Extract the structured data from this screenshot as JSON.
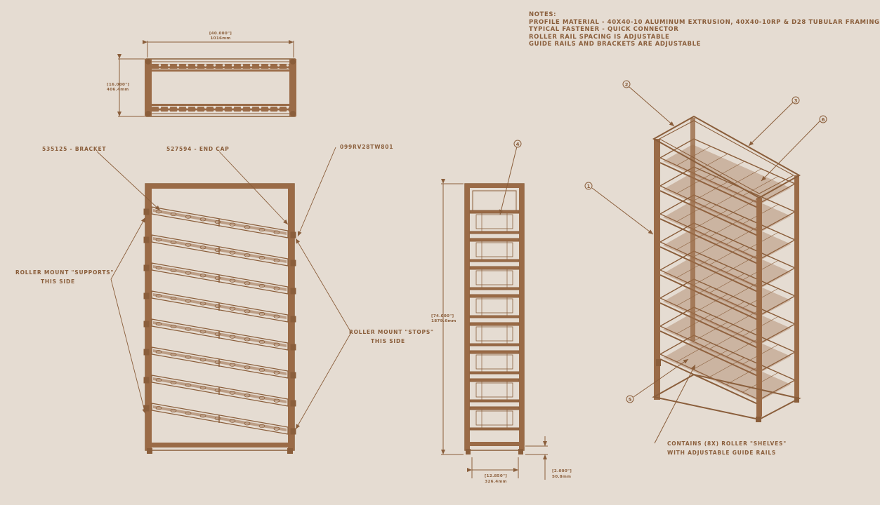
{
  "notes": {
    "title": "NOTES:",
    "lines": [
      "PROFILE MATERIAL - 40X40-10 ALUMINUM EXTRUSION, 40X40-10RP & D28 TUBULAR FRAMING",
      "TYPICAL FASTENER - QUICK CONNECTOR",
      "ROLLER RAIL SPACING IS ADJUSTABLE",
      "GUIDE RAILS AND BRACKETS ARE ADJUSTABLE"
    ]
  },
  "callouts": {
    "bracket": "535125 - BRACKET",
    "end_cap": "527594 - END CAP",
    "part_no": "099RV28TW801",
    "supports_1": "ROLLER MOUNT \"SUPPORTS\"",
    "supports_2": "THIS SIDE",
    "stops_1": "ROLLER MOUNT \"STOPS\"",
    "stops_2": "THIS SIDE",
    "shelves_1": "CONTAINS (8X) ROLLER \"SHELVES\"",
    "shelves_2": "WITH ADJUSTABLE GUIDE RAILS"
  },
  "dimensions": {
    "top_width_in": "[40.000\"]",
    "top_width_mm": "1016mm",
    "top_depth_in": "[16.000\"]",
    "top_depth_mm": "406.4mm",
    "height_in": "[74.000\"]",
    "height_mm": "1879.6mm",
    "side_width_in": "[12.850\"]",
    "side_width_mm": "326.4mm",
    "foot_in": "[2.000\"]",
    "foot_mm": "50.8mm"
  },
  "balloons": {
    "b1": "1",
    "b2": "2",
    "b3": "3",
    "b4": "4",
    "b5": "5",
    "b6": "6"
  },
  "colors": {
    "background": "#e5dcd2",
    "ink": "#8a5e3b",
    "frame": "#9a6b47"
  }
}
